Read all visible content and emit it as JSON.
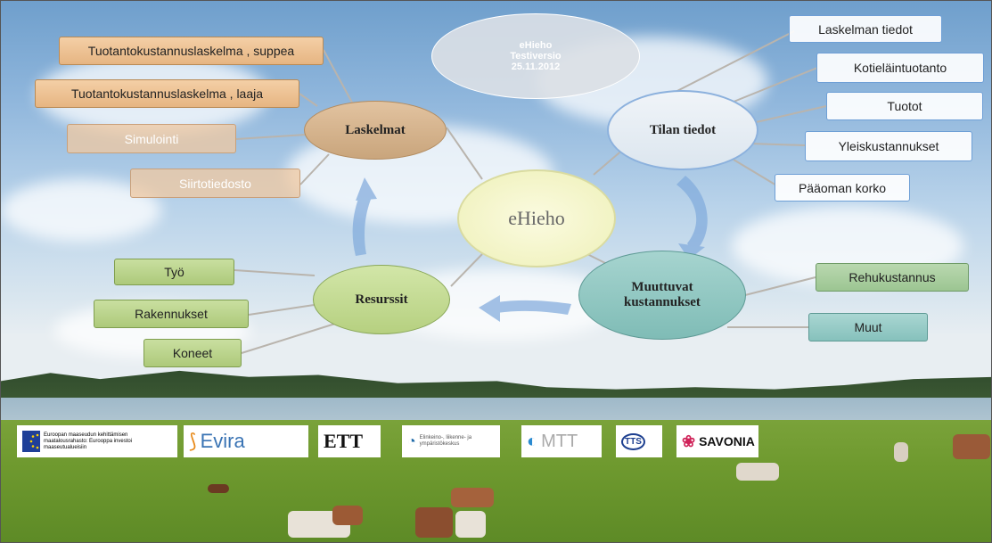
{
  "version_box": {
    "line1": "eHieho",
    "line2": "Testiversio",
    "line3": "25.11.2012"
  },
  "center": {
    "label": "eHieho"
  },
  "hubs": {
    "laskelmat": "Laskelmat",
    "tilan_tiedot": "Tilan tiedot",
    "muuttuvat": "Muuttuvat kustannukset",
    "resurssit": "Resurssit"
  },
  "laskelmat_items": [
    "Tuotantokustannuslaskelma , suppea",
    "Tuotantokustannuslaskelma , laaja",
    "Simulointi",
    "Siirtotiedosto"
  ],
  "tilan_items": [
    "Laskelman tiedot",
    "Kotieläintuotanto",
    "Tuotot",
    "Yleiskustannukset",
    "Pääoman korko"
  ],
  "muuttuvat_items": [
    "Rehukustannus",
    "Muut"
  ],
  "resurssit_items": [
    "Työ",
    "Rakennukset",
    "Koneet"
  ],
  "logos": {
    "eu_text": "Euroopan maaseudun kehittämisen maatalousrahasto: Eurooppa investoi maaseutualueisiin",
    "evira": "Evira",
    "ett": "ETT",
    "ely": "Elinkeino-, liikenne- ja ympäristökeskus",
    "mtt": "MTT",
    "tts": "TTS",
    "savonia": "SAVONIA"
  }
}
